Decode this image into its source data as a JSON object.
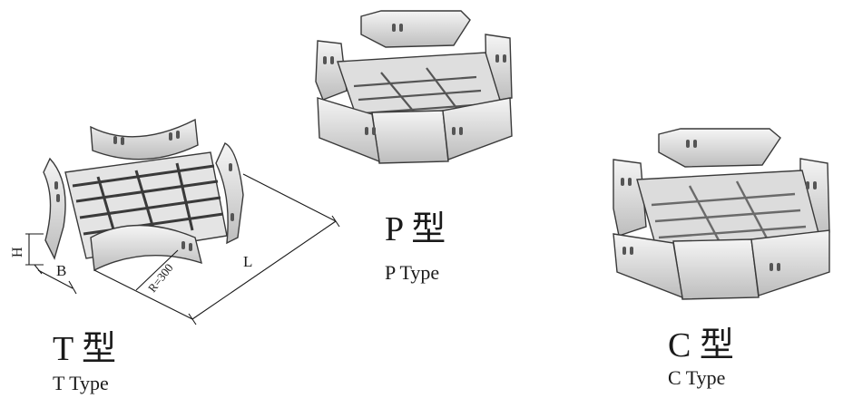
{
  "products": {
    "t_type": {
      "title_cn": "T 型",
      "title_en": "T Type",
      "dim_h": "H",
      "dim_b": "B",
      "dim_l": "L",
      "dim_r": "R=300"
    },
    "p_type": {
      "title_cn": "P 型",
      "title_en": "P Type"
    },
    "c_type": {
      "title_cn": "C 型",
      "title_en": "C Type"
    }
  },
  "colors": {
    "metal_light": "#e9e9e9",
    "metal_mid": "#cfcfcf",
    "metal_dark": "#a9a9a9",
    "outline": "#3a3a3a"
  }
}
